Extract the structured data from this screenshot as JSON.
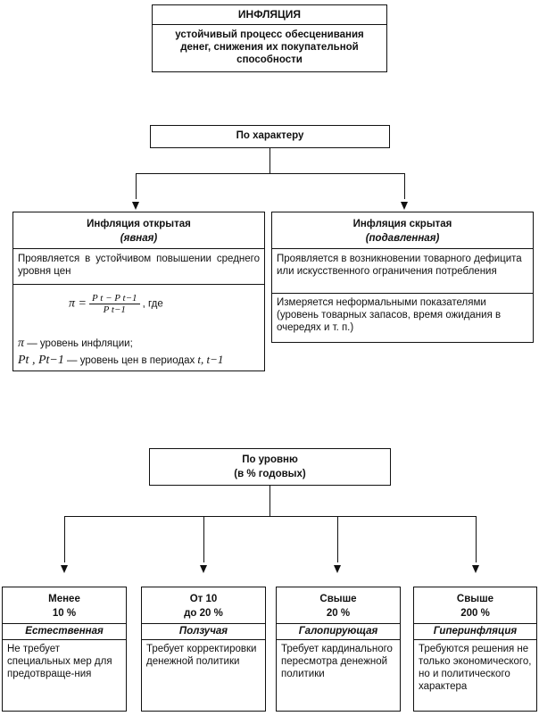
{
  "inflation": {
    "title": "ИНФЛЯЦИЯ",
    "definition": "устойчивый процесс обесценивания денег, снижения их покупательной способности"
  },
  "by_character": {
    "header": "По характеру",
    "open": {
      "title": "Инфляция открытая",
      "subtitle": "(явная)",
      "description": "Проявляется в устойчивом повышении среднего уровня цен",
      "formula": {
        "lhs": "π =",
        "numerator": "P t − P t−1",
        "denominator": "P t−1",
        "suffix": ", где"
      },
      "legend_pi_symbol": "π",
      "legend_pi_text": "— уровень инфляции;",
      "legend_p_symbols": "Pt , Pt−1",
      "legend_p_text": "— уровень цен в периодах",
      "legend_p_periods": "t, t−1"
    },
    "hidden": {
      "title": "Инфляция скрытая",
      "subtitle": "(подавленная)",
      "description": "Проявляется в возникновении товарного дефицита или искусственного ограничения потребления",
      "measurement": "Измеряется неформальными показателями (уровень товарных запасов, время ожидания в очередях и т. п.)"
    }
  },
  "by_level": {
    "header_line1": "По уровню",
    "header_line2": "(в % годовых)",
    "types": [
      {
        "range_line1": "Менее",
        "range_line2": "10 %",
        "name": "Естественная",
        "description": "Не требует специальных мер для предотвраще-ния"
      },
      {
        "range_line1": "От 10",
        "range_line2": "до 20 %",
        "name": "Ползучая",
        "description": "Требует корректировки денежной политики"
      },
      {
        "range_line1": "Свыше",
        "range_line2": "20 %",
        "name": "Галопирующая",
        "description": "Требует кардинального пересмотра денежной политики"
      },
      {
        "range_line1": "Свыше",
        "range_line2": "200 %",
        "name": "Гиперинфляция",
        "description": "Требуются решения не только экономического, но и политического характера"
      }
    ]
  }
}
